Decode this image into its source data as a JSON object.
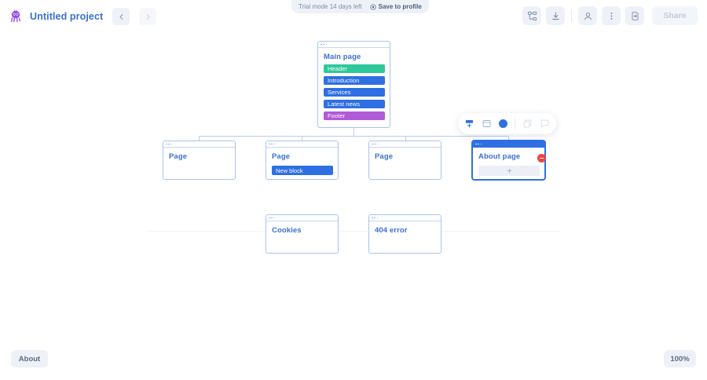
{
  "header": {
    "logo_icon": "octopus-logo-icon",
    "project_title": "Untitled project",
    "undo_icon": "chevron-left-icon",
    "redo_icon": "chevron-right-icon",
    "trial_text": "Trial mode 14 days left",
    "save_profile_label": "Save to profile",
    "save_profile_icon": "save-circle-icon",
    "tools": [
      {
        "name": "sitemap-icon",
        "label": "Sitemap"
      },
      {
        "name": "download-icon",
        "label": "Download"
      },
      {
        "name": "user-icon",
        "label": "Account"
      },
      {
        "name": "more-vertical-icon",
        "label": "More"
      },
      {
        "name": "export-icon",
        "label": "Export"
      }
    ],
    "share_label": "Share"
  },
  "canvas": {
    "root": {
      "title": "Main page",
      "selected": false,
      "blocks": [
        {
          "label": "Header",
          "color": "#2ec99a"
        },
        {
          "label": "Introduction",
          "color": "#2f6fe4"
        },
        {
          "label": "Services",
          "color": "#2f6fe4"
        },
        {
          "label": "Latest news",
          "color": "#2f6fe4"
        },
        {
          "label": "Footer",
          "color": "#b05ad8"
        }
      ]
    },
    "children": [
      {
        "title": "Page",
        "selected": false,
        "new_block": null,
        "add_block": false
      },
      {
        "title": "Page",
        "selected": false,
        "new_block": "New block",
        "add_block": false
      },
      {
        "title": "Page",
        "selected": false,
        "new_block": null,
        "add_block": false
      },
      {
        "title": "About page",
        "selected": true,
        "new_block": null,
        "add_block": true,
        "add_block_icon": "plus-icon",
        "delete_icon": "minus-circle-icon"
      }
    ],
    "orphans": [
      {
        "title": "Cookies"
      },
      {
        "title": "404 error"
      }
    ]
  },
  "float_toolbar": {
    "items": [
      {
        "name": "add-page-icon",
        "dim": false
      },
      {
        "name": "frame-icon",
        "dim": false
      },
      {
        "name": "color-swatch-icon",
        "dim": false,
        "color": "#2f6fe4"
      },
      {
        "name": "duplicate-icon",
        "dim": true
      },
      {
        "name": "comment-icon",
        "dim": true
      }
    ]
  },
  "footer": {
    "about_label": "About",
    "zoom_label": "100%"
  }
}
